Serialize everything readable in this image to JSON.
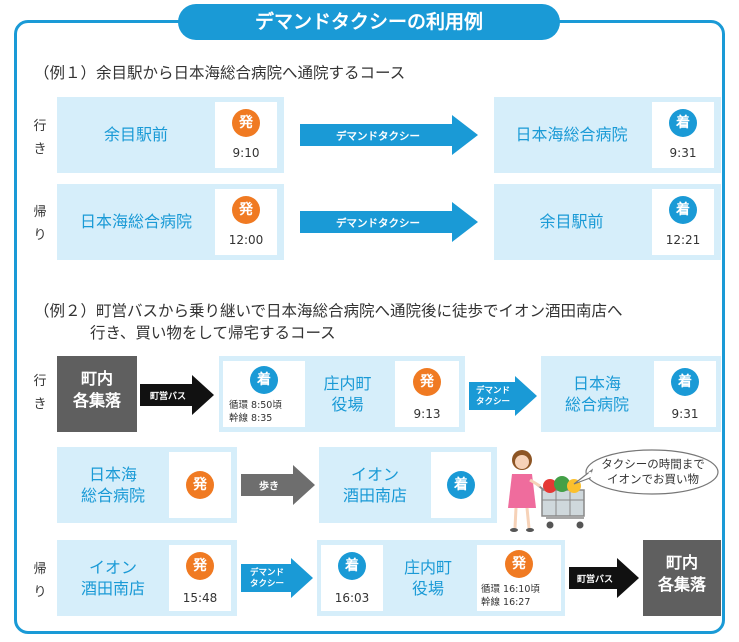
{
  "title": "デマンドタクシーの利用例",
  "ex1": {
    "heading": "（例１）余目駅から日本海総合病院へ通院するコース",
    "go": {
      "side": [
        "行",
        "き"
      ],
      "from": "余目駅前",
      "dep_badge": "発",
      "dep_time": "9:10",
      "arrow": "デマンドタクシー",
      "to": "日本海総合病院",
      "arr_badge": "着",
      "arr_time": "9:31"
    },
    "back": {
      "side": [
        "帰",
        "り"
      ],
      "from": "日本海総合病院",
      "dep_badge": "発",
      "dep_time": "12:00",
      "arrow": "デマンドタクシー",
      "to": "余目駅前",
      "arr_badge": "着",
      "arr_time": "12:21"
    }
  },
  "ex2": {
    "heading_line1": "（例２）町営バスから乗り継いで日本海総合病院へ通院後に徒歩でイオン酒田南店へ",
    "heading_line2": "行き、買い物をして帰宅するコース",
    "go": {
      "side": [
        "行",
        "き"
      ],
      "origin": [
        "町内",
        "各集落"
      ],
      "bus_arrow": "町営バス",
      "arr_badge": "着",
      "arr_times": [
        "循環 8:50頃",
        "幹線 8:35"
      ],
      "stop": [
        "庄内町",
        "役場"
      ],
      "dep_badge": "発",
      "dep_time": "9:13",
      "taxi_arrow": [
        "デマンド",
        "タクシー"
      ],
      "hospital": [
        "日本海",
        "総合病院"
      ],
      "hosp_badge": "着",
      "hosp_time": "9:31"
    },
    "walk": {
      "from": [
        "日本海",
        "総合病院"
      ],
      "dep_badge": "発",
      "arrow": "歩き",
      "to": [
        "イオン",
        "酒田南店"
      ],
      "arr_badge": "着",
      "bubble": [
        "タクシーの時間まで",
        "イオンでお買い物"
      ]
    },
    "back": {
      "side": [
        "帰",
        "り"
      ],
      "from": [
        "イオン",
        "酒田南店"
      ],
      "dep_badge": "発",
      "dep_time": "15:48",
      "taxi_arrow": [
        "デマンド",
        "タクシー"
      ],
      "arr_badge": "着",
      "arr_time": "16:03",
      "stop": [
        "庄内町",
        "役場"
      ],
      "dep_badge2": "発",
      "dep_times": [
        "循環 16:10頃",
        "幹線 16:27"
      ],
      "bus_arrow": "町営バス",
      "dest": [
        "町内",
        "各集落"
      ]
    }
  },
  "colors": {
    "blue": "#1a9ad6",
    "orange": "#f07a22",
    "light_blue": "#d6eefa",
    "gray": "#5f5f5f"
  }
}
